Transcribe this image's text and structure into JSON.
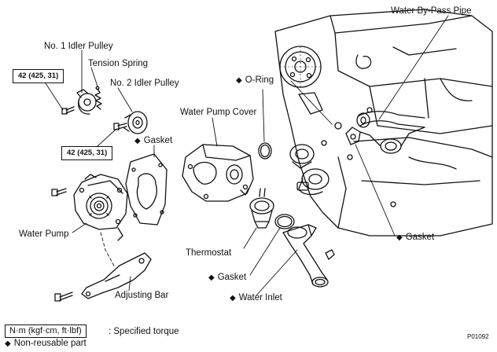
{
  "labels": {
    "idler1": "No. 1 Idler Pulley",
    "tension_spring": "Tension Spring",
    "idler2": "No. 2 Idler Pulley",
    "oring": "O-Ring",
    "bypass": "Water By-Pass Pipe",
    "pump_cover": "Water Pump Cover",
    "gasket_upper": "Gasket",
    "water_pump": "Water Pump",
    "thermostat": "Thermostat",
    "gasket_right": "Gasket",
    "gasket_lower": "Gasket",
    "water_inlet": "Water Inlet",
    "adjusting_bar": "Adjusting Bar"
  },
  "torque": {
    "top": "42 (425, 31)",
    "mid": "42 (425, 31)"
  },
  "legend": {
    "unit_box": "N·m (kgf·cm, ft·lbf)",
    "specified": ": Specified torque",
    "nonreusable": "Non-reusable part"
  },
  "figure_code": "P01092"
}
